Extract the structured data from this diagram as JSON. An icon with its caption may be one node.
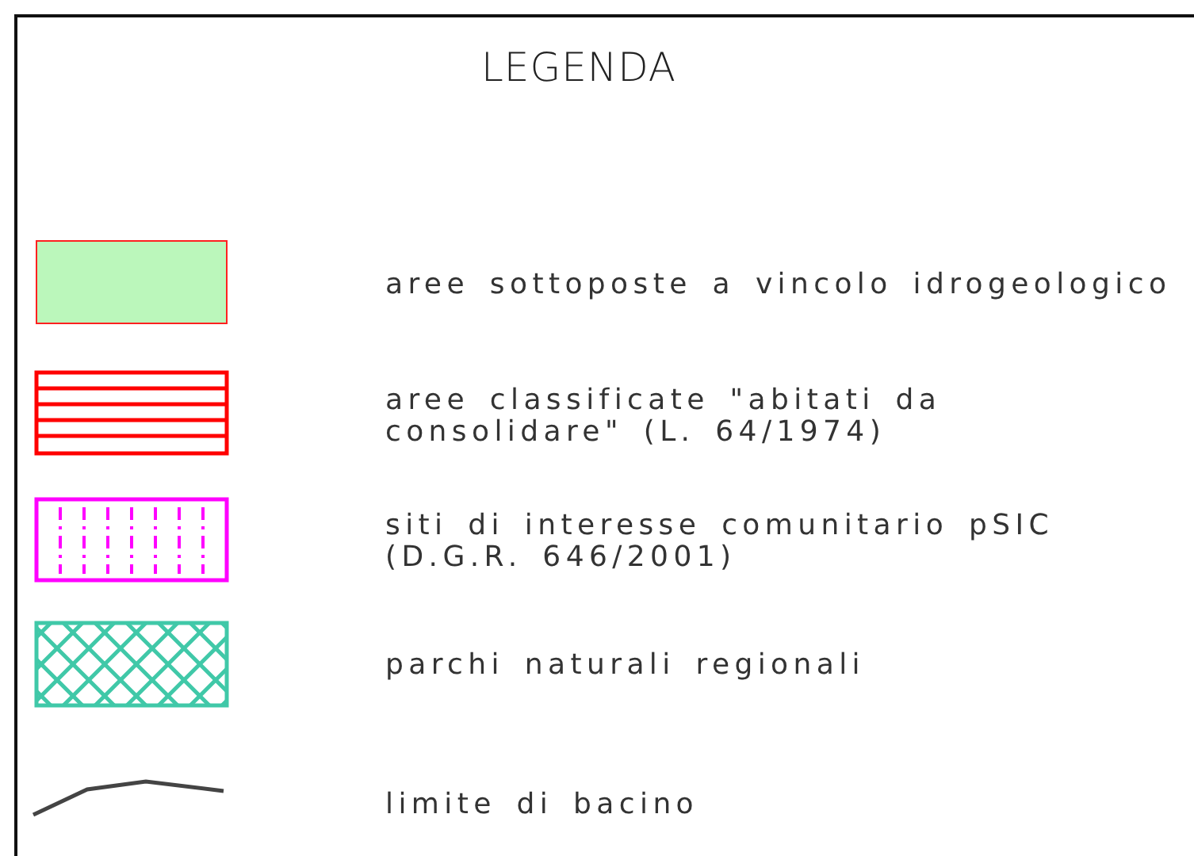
{
  "diagram": {
    "title": "LEGENDA",
    "legend": [
      {
        "text": "aree sottoposte a vincolo idrogeologico",
        "color": "#bbf7bb"
      },
      {
        "text": "aree classificate \"abitati da consolidare\" (L. 64/1974)"
      },
      {
        "text": "siti di interesse comunitario pSIC (D.G.R. 646/2001)"
      },
      {
        "text": "parchi naturali regionali"
      },
      {
        "text": "limite di bacino"
      }
    ]
  }
}
